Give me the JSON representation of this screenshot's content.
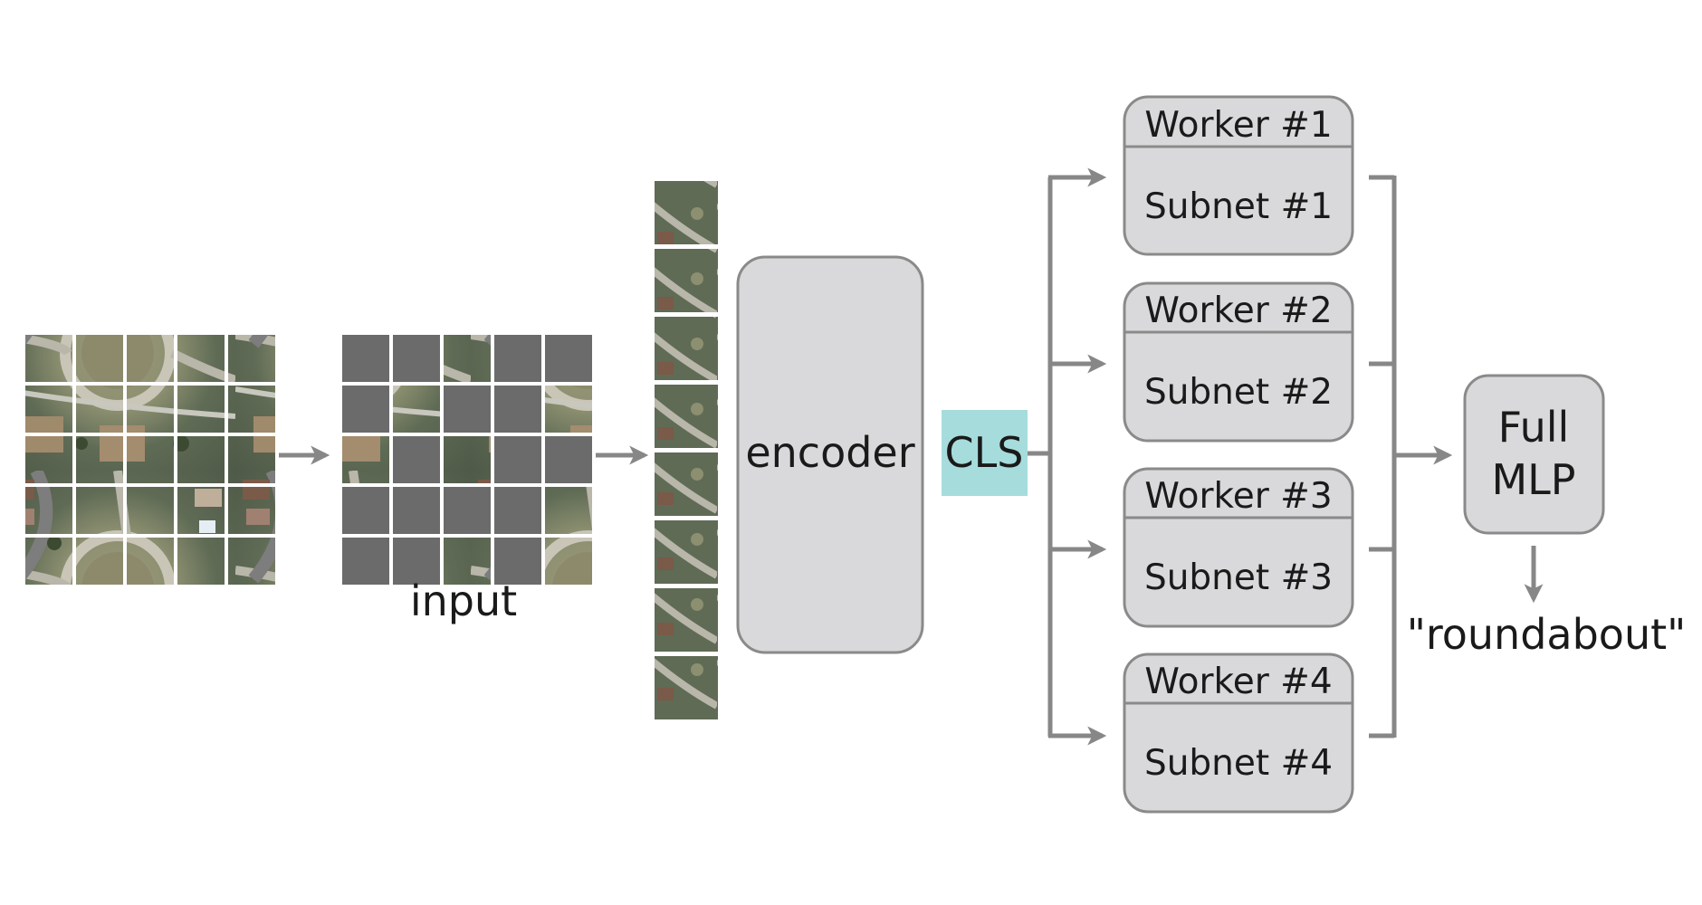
{
  "labels": {
    "input": "input",
    "encoder": "encoder",
    "cls": "CLS",
    "full_mlp_line1": "Full",
    "full_mlp_line2": "MLP",
    "output": "\"roundabout\""
  },
  "workers": [
    {
      "worker": "Worker #1",
      "subnet": "Subnet #1"
    },
    {
      "worker": "Worker #2",
      "subnet": "Subnet #2"
    },
    {
      "worker": "Worker #3",
      "subnet": "Subnet #3"
    },
    {
      "worker": "Worker #4",
      "subnet": "Subnet #4"
    }
  ],
  "colors": {
    "box_fill": "#d9d9db",
    "box_stroke": "#8a8a8a",
    "arrow": "#878787",
    "cls_fill": "#a6dcdc",
    "mask_patch": "#6b6b6b"
  },
  "patch_grid": {
    "rows": 5,
    "cols": 5,
    "visible_patches_in_masked_input": 8
  }
}
